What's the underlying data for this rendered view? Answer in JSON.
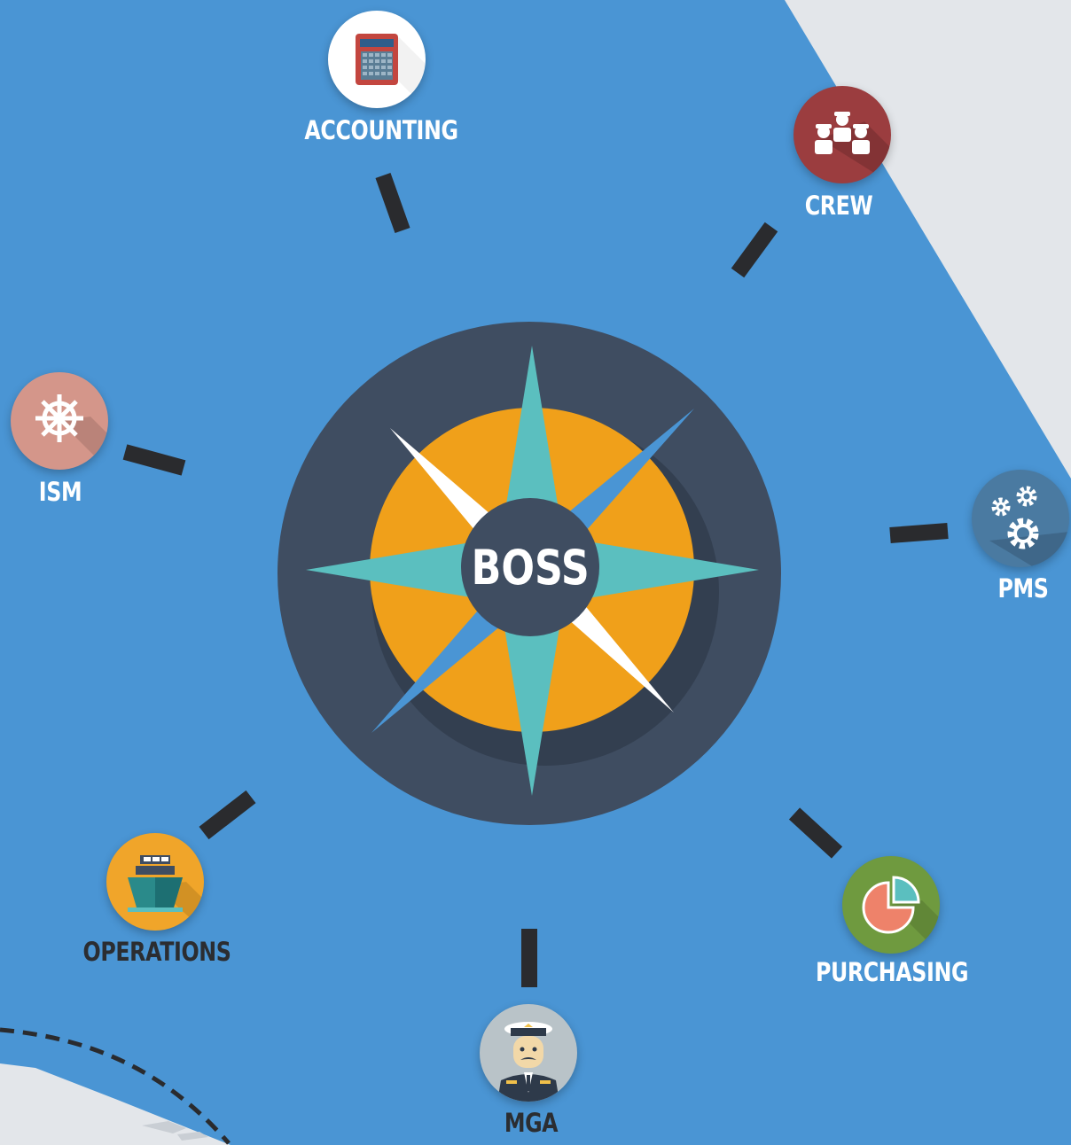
{
  "center_label": "BOSS",
  "modules": [
    {
      "id": "accounting",
      "label": "ACCOUNTING",
      "icon": "calculator-icon",
      "color": "#ffffff",
      "label_color": "light"
    },
    {
      "id": "crew",
      "label": "CREW",
      "icon": "crew-workers-icon",
      "color": "#9b3d3f",
      "label_color": "light"
    },
    {
      "id": "ism",
      "label": "ISM",
      "icon": "ship-wheel-icon",
      "color": "#d4968a",
      "label_color": "light"
    },
    {
      "id": "pms",
      "label": "PMS",
      "icon": "gears-icon",
      "color": "#4a7aa1",
      "label_color": "light"
    },
    {
      "id": "operations",
      "label": "OPERATIONS",
      "icon": "ship-icon",
      "color": "#f0a52a",
      "label_color": "dark"
    },
    {
      "id": "mga",
      "label": "MGA",
      "icon": "captain-icon",
      "color": "#b9c3c8",
      "label_color": "dark"
    },
    {
      "id": "purchasing",
      "label": "PURCHASING",
      "icon": "pie-chart-icon",
      "color": "#6f9a3f",
      "label_color": "light"
    }
  ],
  "colors": {
    "background": "#4a95d4",
    "land": "#e3e6ea",
    "dial_outer": "#3f4d61",
    "dial_inner": "#f0a01a",
    "star_primary": "#5bbfbf",
    "star_light": "#ffffff",
    "star_blue": "#4a95d4",
    "connector": "#2a2b2e"
  }
}
